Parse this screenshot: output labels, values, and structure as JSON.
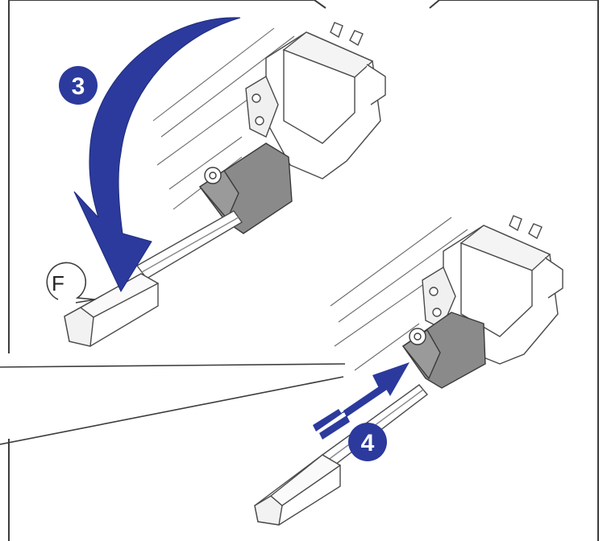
{
  "steps": {
    "step3": {
      "number": "3",
      "color": "#2b3a9c"
    },
    "step4": {
      "number": "4",
      "color": "#2b3a9c"
    }
  },
  "callouts": {
    "part_f": {
      "letter": "F"
    }
  },
  "colors": {
    "arrow_blue": "#2b3a9c",
    "lever_gray": "#8a8a8a",
    "line_art": "#4a4a4a",
    "background": "#ffffff"
  },
  "icons": {
    "rotate_arrow": "curved-arrow-down-icon",
    "push_arrow": "straight-arrow-up-right-icon"
  }
}
